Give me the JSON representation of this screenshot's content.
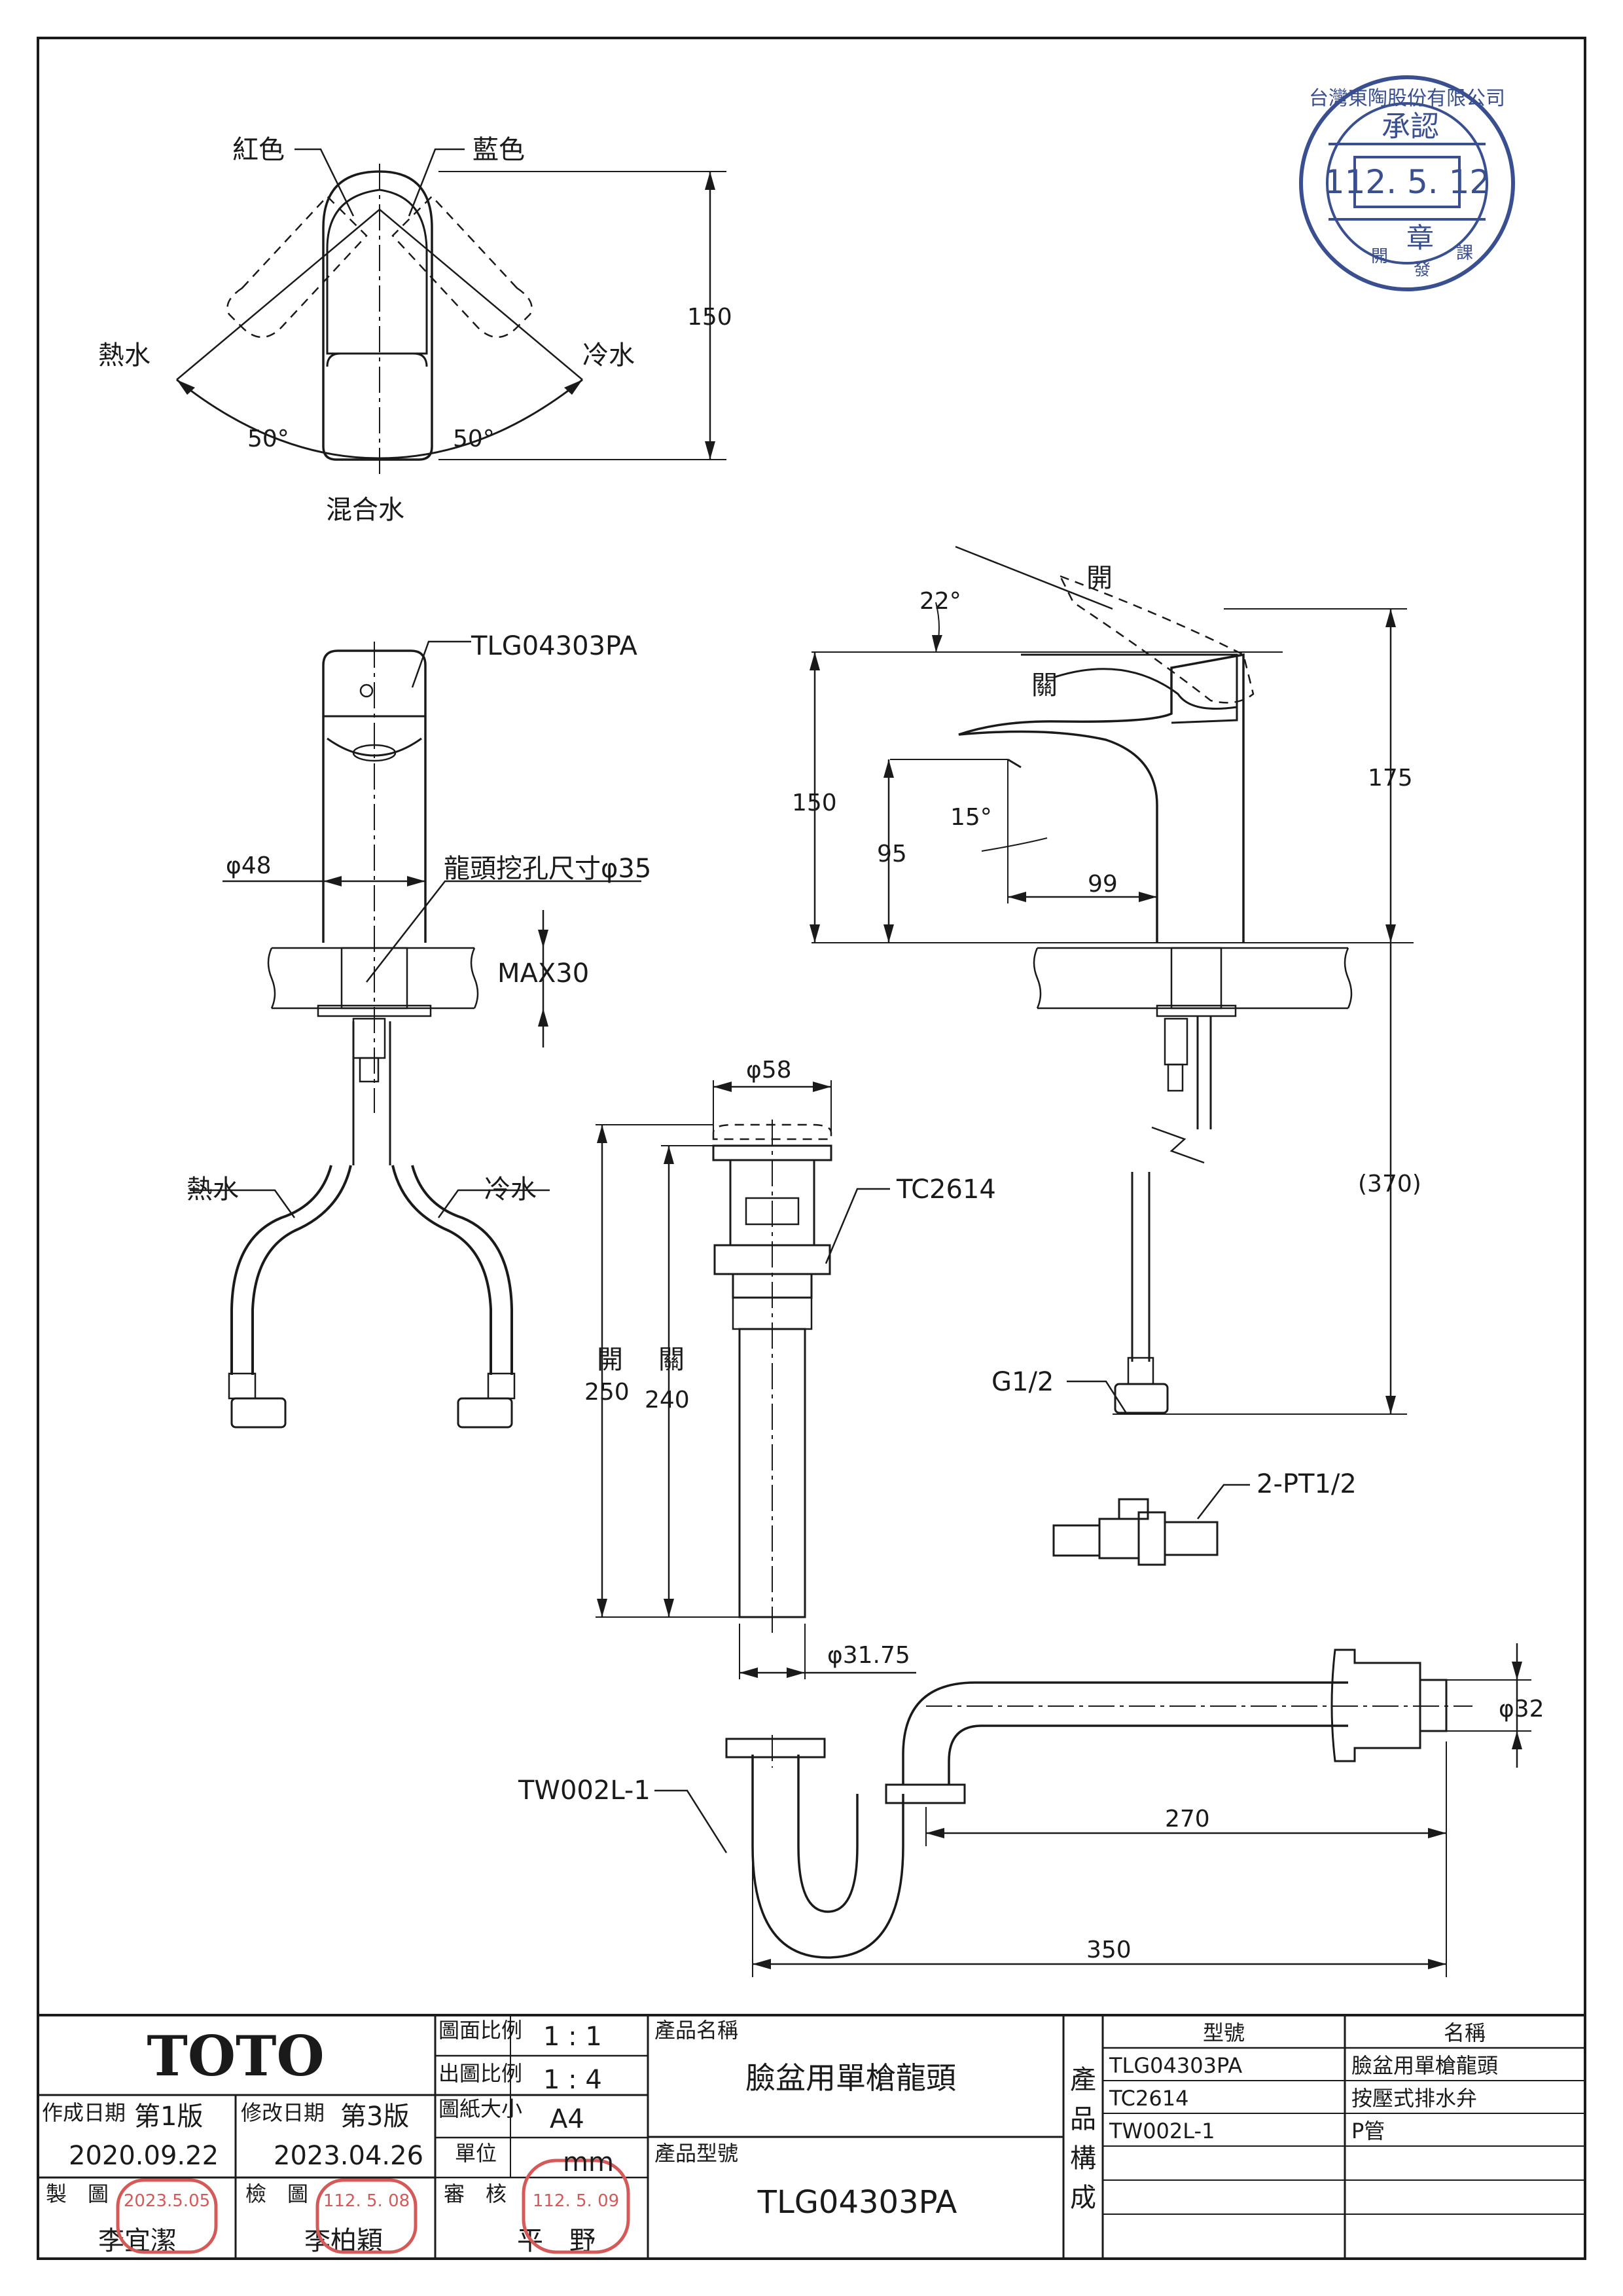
{
  "top_view": {
    "red_label": "紅色",
    "blue_label": "藍色",
    "hot_label": "熱水",
    "cold_label": "冷水",
    "left_angle": "50°",
    "right_angle": "50°",
    "mix_label": "混合水",
    "height_dim": "150"
  },
  "front_view": {
    "model_label": "TLG04303PA",
    "diameter_label": "φ48",
    "hole_label": "龍頭挖孔尺寸φ35",
    "max_label": "MAX30",
    "hot_label": "熱水",
    "cold_label": "冷水"
  },
  "side_view": {
    "open_label": "開",
    "closed_label": "關",
    "angle_22": "22°",
    "angle_15": "15°",
    "dim_150": "150",
    "dim_95": "95",
    "dim_99": "99",
    "dim_175": "175",
    "dim_370": "(370)",
    "g_label": "G1/2",
    "pt_label": "2-PT1/2"
  },
  "drain": {
    "dia_58": "φ58",
    "model_label": "TC2614",
    "open_label": "開",
    "closed_label": "關",
    "dim_250": "250",
    "dim_240": "240",
    "dia_3175": "φ31.75"
  },
  "ptrap": {
    "model_label": "TW002L-1",
    "dia_32": "φ32",
    "dim_270": "270",
    "dim_350": "350"
  },
  "stamp_top": {
    "company": "台灣東陶股份有限公司",
    "approved": "承認",
    "date": "112. 5. 12",
    "seal": "章",
    "dept1": "開",
    "dept2": "發",
    "dept3": "課"
  },
  "title_block": {
    "brand": "TOTO",
    "created_label": "作成日期",
    "created_edition": "第1版",
    "created_date": "2020.09.22",
    "revised_label": "修改日期",
    "revised_edition": "第3版",
    "revised_date": "2023.04.26",
    "drafted_label": "製　圖",
    "drafted_name": "李宜潔",
    "drafted_stamp": "2023.5.05",
    "checked_label": "檢　圖",
    "checked_name": "李柏穎",
    "checked_stamp": "112. 5. 08",
    "approved_label": "審　核",
    "approved_name": "平　野",
    "approved_stamp": "112. 5. 09",
    "scale_label": "圖面比例",
    "scale_value": "1 : 1",
    "print_scale_label": "出圖比例",
    "print_scale_value": "1 : 4",
    "paper_label": "圖紙大小",
    "paper_value": "A4",
    "unit_label": "單位",
    "unit_value": "mm",
    "product_name_label": "產品名稱",
    "product_name": "臉盆用單槍龍頭",
    "product_model_label": "產品型號",
    "product_model": "TLG04303PA",
    "composition_label": [
      "產",
      "品",
      "構",
      "成"
    ],
    "parts_header_model": "型號",
    "parts_header_name": "名稱",
    "parts": [
      {
        "model": "TLG04303PA",
        "name": "臉盆用單槍龍頭"
      },
      {
        "model": "TC2614",
        "name": "按壓式排水弁"
      },
      {
        "model": "TW002L-1",
        "name": "P管"
      },
      {
        "model": "",
        "name": ""
      },
      {
        "model": "",
        "name": ""
      },
      {
        "model": "",
        "name": ""
      }
    ]
  }
}
